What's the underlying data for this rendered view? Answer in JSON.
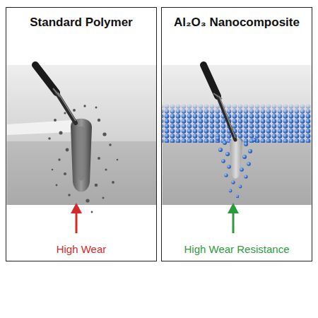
{
  "diagram": {
    "nodes": [
      {
        "text": [
          "Standard Polymer",
          "High Wear"
        ]
      },
      {
        "text": [
          "Al₂O₃ Nanocomposite",
          "High Wear Resistance"
        ]
      }
    ]
  }
}
